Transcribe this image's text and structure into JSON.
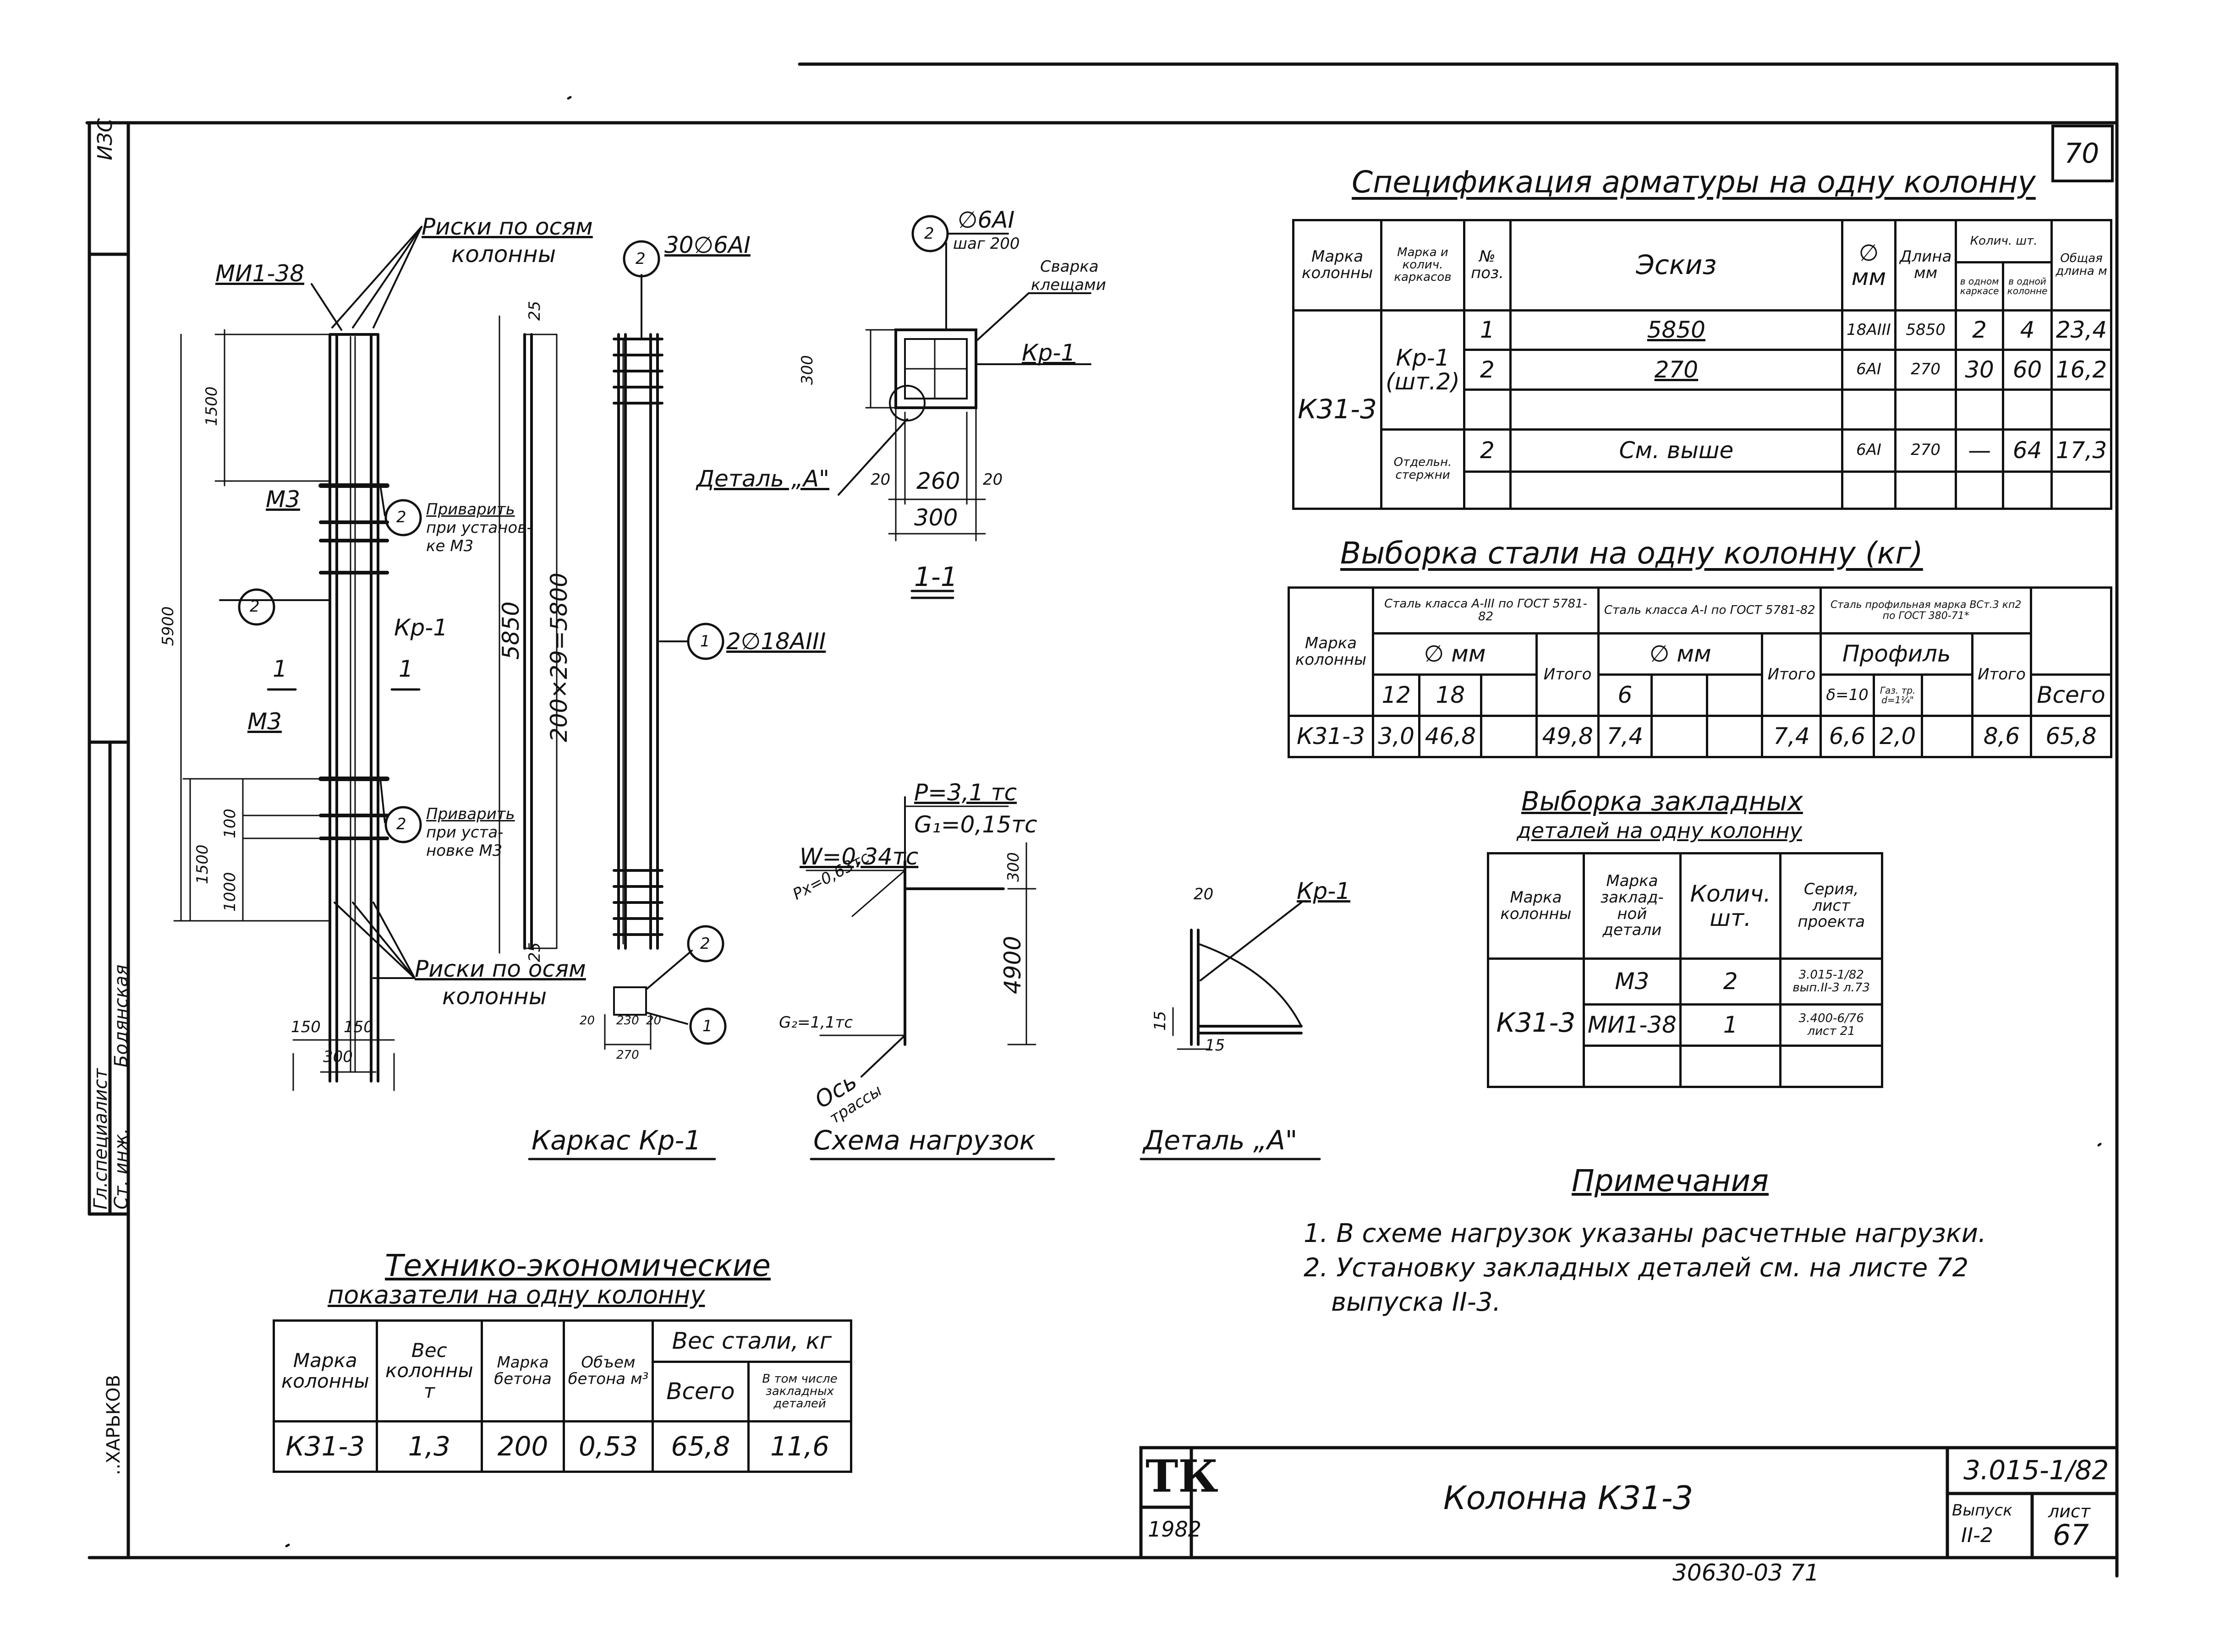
{
  "sheet": {
    "page_number": "70",
    "org_logo": "ТК",
    "year": "1982",
    "title": "Колонна К31-3",
    "series": "3.015-1/82",
    "issue_label": "Выпуск",
    "issue_value": "II-2",
    "sheet_label": "лист",
    "sheet_value": "67",
    "footer_number": "30630-03  71",
    "left_stamp": [
      "Гл.специалист",
      "Ст. инж.",
      "Бодянская"
    ],
    "left_stamp_city": "..ХАРЬКОВ",
    "corner_code": "ИЗС"
  },
  "frame_view": {
    "title": "Каркас Кр-1",
    "labels": {
      "mi": "МИ1-38",
      "riski_top_1": "Риски по осям",
      "riski_top_2": "колонны",
      "riski_bot_1": "Риски по осям",
      "riski_bot_2": "колонны",
      "m3_top": "М3",
      "m3_bot": "М3",
      "weld_top_1": "Приварить",
      "weld_top_2": "при установ-",
      "weld_top_3": "ке М3",
      "weld_bot_1": "Приварить",
      "weld_bot_2": "при уста-",
      "weld_bot_3": "новке М3",
      "kr": "Кр-1",
      "sec_left": "1",
      "sec_right": "1",
      "pos2": "2",
      "d1500a": "1500",
      "d5900": "5900",
      "d1500b": "1500",
      "d1000": "1000",
      "d100": "100",
      "d150a": "150",
      "d150b": "150",
      "d300": "300"
    },
    "bar_labels": {
      "pos2_note": "30∅6АI",
      "pos1_note": "2∅18АIII",
      "d25a": "25",
      "d25b": "25",
      "d5850": "5850",
      "d200x29": "200×29=5800",
      "c2": "2",
      "c1": "1",
      "small_c2": "2",
      "small_c1": "1",
      "s20": "20",
      "s230": "230",
      "s20b": "20",
      "s270": "270"
    }
  },
  "section_view": {
    "title": "1-1",
    "labels": {
      "pos": "2",
      "bar": "∅6АI",
      "step": "шаг 200",
      "weld_1": "Сварка",
      "weld_2": "клещами",
      "kr": "Кр-1",
      "detail": "Деталь „А\"",
      "d300v": "300",
      "d20a": "20",
      "d260": "260",
      "d20b": "20",
      "d300h": "300"
    }
  },
  "load_scheme": {
    "title": "Схема нагрузок",
    "labels": {
      "P": "P=3,1 тс",
      "G1": "G₁=0,15тс",
      "W": "W=0,34тс",
      "Px": "Px=0,63тс",
      "d300": "300",
      "d4900": "4900",
      "G2": "G₂=1,1тс",
      "axis_1": "Ось",
      "axis_2": "трассы"
    }
  },
  "detail_a": {
    "title": "Деталь „А\"",
    "labels": {
      "d20": "20",
      "kr": "Кр-1",
      "d15a": "15",
      "d15b": "15"
    }
  },
  "spec_table": {
    "title": "Спецификация арматуры на одну колонну",
    "headers": {
      "mark": "Марка колонны",
      "frame": "Марка и колич. каркасов",
      "pos": "№ поз.",
      "sketch": "Эскиз",
      "dia": "∅ мм",
      "len": "Длина мм",
      "qty": "Колич. шт.",
      "qty_frame": "в одном каркасе",
      "qty_col": "в одной колонне",
      "total": "Общая длина м"
    },
    "col_mark": "К31-3",
    "frame_mark": "Кр-1",
    "frame_qty": "(шт.2)",
    "sep_bars": "Отдельн. стержни",
    "rows": [
      {
        "pos": "1",
        "sketch": "5850",
        "dia": "18АIII",
        "len": "5850",
        "q1": "2",
        "q2": "4",
        "total": "23,4"
      },
      {
        "pos": "2",
        "sketch": "270",
        "dia": "6АI",
        "len": "270",
        "q1": "30",
        "q2": "60",
        "total": "16,2"
      },
      {
        "pos": "2",
        "sketch": "См. выше",
        "dia": "6АI",
        "len": "270",
        "q1": "—",
        "q2": "64",
        "total": "17,3"
      }
    ]
  },
  "steel_table": {
    "title": "Выборка стали на одну колонну (кг)",
    "headers": {
      "mark": "Марка колонны",
      "a3": "Сталь класса А-III по ГОСТ 5781-82",
      "a1": "Сталь класса А-I по ГОСТ 5781-82",
      "prof": "Сталь профильная марка ВСт.3 кп2 по ГОСТ 380-71*",
      "dia1": "∅ мм",
      "dia2": "∅ мм",
      "profile": "Профиль",
      "c12": "12",
      "c18": "18",
      "itogo1": "Итого",
      "c6": "6",
      "itogo2": "Итого",
      "d10": "δ=10",
      "tube": "Газ. тр. d=1¼\"",
      "itogo3": "Итого",
      "vsego": "Всего"
    },
    "row": {
      "mark": "К31-3",
      "v12": "3,0",
      "v18": "46,8",
      "it1": "49,8",
      "v6": "7,4",
      "it2": "7,4",
      "vd": "6,6",
      "vt": "2,0",
      "it3": "8,6",
      "all": "65,8"
    }
  },
  "embed_table": {
    "title_1": "Выборка закладных",
    "title_2": "деталей на одну колонну",
    "headers": {
      "mark": "Марка колонны",
      "part": "Марка заклад-ной детали",
      "qty": "Колич. шт.",
      "series": "Серия, лист проекта"
    },
    "col_mark": "К31-3",
    "rows": [
      {
        "part": "М3",
        "qty": "2",
        "series": "3.015-1/82 вып.II-3 л.73"
      },
      {
        "part": "МИ1-38",
        "qty": "1",
        "series": "3.400-6/76 лист 21"
      }
    ]
  },
  "notes": {
    "title": "Примечания",
    "lines": [
      "1. В схеме нагрузок указаны расчетные нагрузки.",
      "2. Установку закладных деталей см. на листе 72",
      "выпуска II-3."
    ]
  },
  "tech_table": {
    "title_1": "Технико-экономические",
    "title_2": "показатели на одну колонну",
    "headers": {
      "mark": "Марка колонны",
      "weight": "Вес колонны т",
      "concrete": "Марка бетона",
      "volume": "Объем бетона м³",
      "steel": "Вес стали, кг",
      "total": "Всего",
      "embed": "В том числе закладных деталей"
    },
    "row": {
      "mark": "К31-3",
      "weight": "1,3",
      "concrete": "200",
      "volume": "0,53",
      "total": "65,8",
      "embed": "11,6"
    }
  }
}
